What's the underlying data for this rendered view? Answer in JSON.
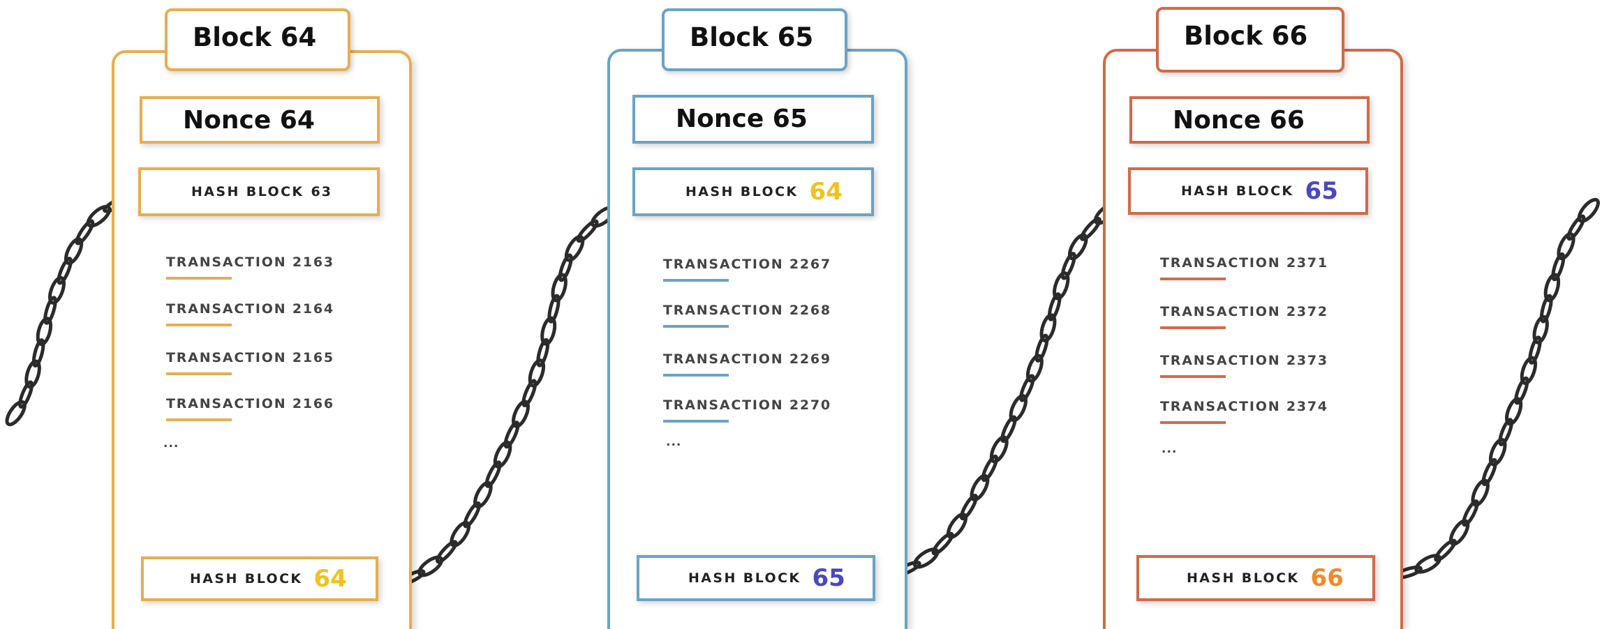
{
  "blocks": [
    {
      "title": "Block 64",
      "nonce": "Nonce 64",
      "prev_hash_label": "HASH BLOCK",
      "prev_hash_value": "63",
      "transactions": [
        "TRANSACTION 2163",
        "TRANSACTION 2164",
        "TRANSACTION 2165",
        "TRANSACTION 2166"
      ],
      "more": "...",
      "hash_label": "HASH BLOCK",
      "hash_value": "64",
      "color": "#e8ad4e",
      "hash_value_color": "#f2c21a"
    },
    {
      "title": "Block 65",
      "nonce": "Nonce 65",
      "prev_hash_label": "HASH BLOCK",
      "prev_hash_value": "64",
      "prev_hash_value_color": "#f2c21a",
      "transactions": [
        "TRANSACTION 2267",
        "TRANSACTION 2268",
        "TRANSACTION 2269",
        "TRANSACTION 2270"
      ],
      "more": "...",
      "hash_label": "HASH BLOCK",
      "hash_value": "65",
      "color": "#6aa3c6",
      "hash_value_color": "#4a48c0"
    },
    {
      "title": "Block 66",
      "nonce": "Nonce 66",
      "prev_hash_label": "HASH BLOCK",
      "prev_hash_value": "65",
      "prev_hash_value_color": "#4a48c0",
      "transactions": [
        "TRANSACTION 2371",
        "TRANSACTION 2372",
        "TRANSACTION 2373",
        "TRANSACTION 2374"
      ],
      "more": "...",
      "hash_label": "HASH BLOCK",
      "hash_value": "66",
      "color": "#d26a47",
      "hash_value_color": "#f08a2c"
    }
  ],
  "chain": {
    "color": "#2b2b2b",
    "icon": "chain-link-icon"
  }
}
